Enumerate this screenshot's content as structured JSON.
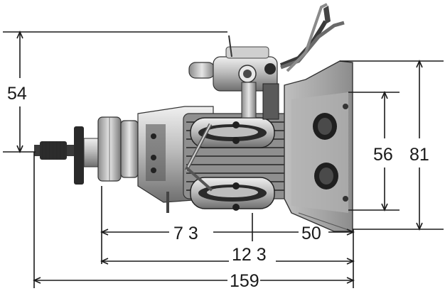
{
  "dimensions": {
    "height_left": "54",
    "mount_inner": "56",
    "mount_outer": "81",
    "head_to_mount": "7 3",
    "mount_depth": "50",
    "body_length": "12 3",
    "overall_length": "159"
  },
  "colors": {
    "line": "#1a1a1a",
    "metal_light": "#d9d9d9",
    "metal_mid": "#a8a8a8",
    "metal_dark": "#4a4a4a"
  }
}
